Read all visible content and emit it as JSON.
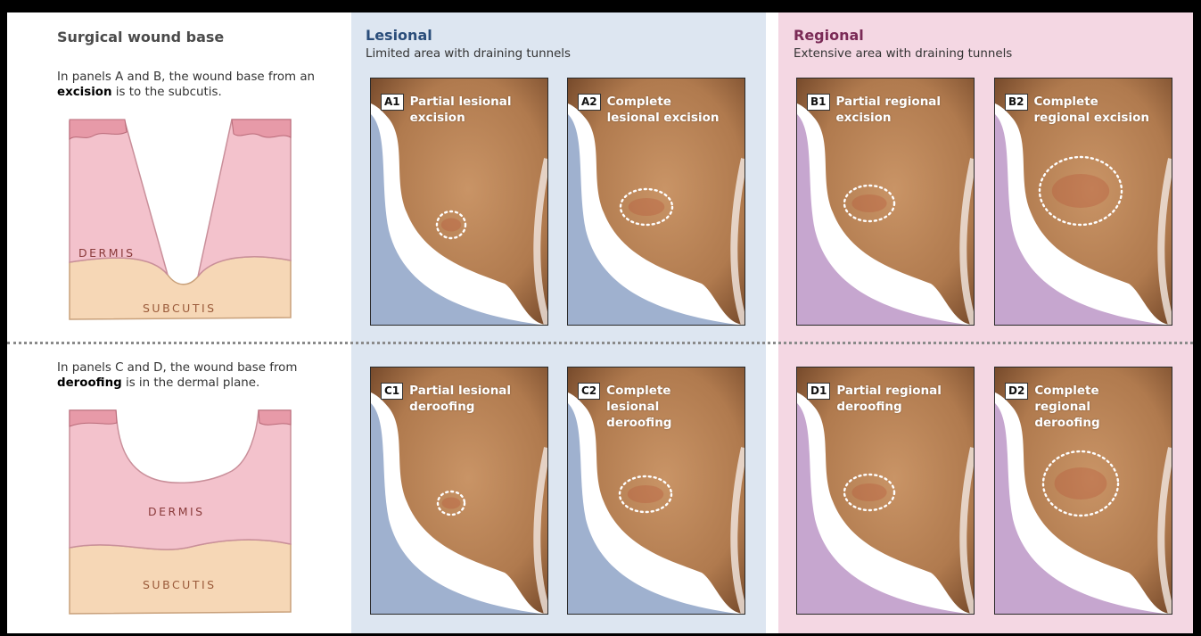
{
  "left": {
    "title": "Surgical wound base",
    "excision_text_pre": "In panels A and B, the wound base from an ",
    "excision_bold": "excision",
    "excision_text_post": " is to the subcutis.",
    "deroofing_text_pre": "In panels C and D, the wound base from ",
    "deroofing_bold": "deroofing",
    "deroofing_text_post": " is in the dermal plane.",
    "dermis_label": "DERMIS",
    "subcutis_label": "SUBCUTIS"
  },
  "lesional": {
    "title": "Lesional",
    "subtitle": "Limited area with draining tunnels"
  },
  "regional": {
    "title": "Regional",
    "subtitle": "Extensive area with draining tunnels"
  },
  "panels": {
    "a1": {
      "badge": "A1",
      "title": "Partial lesional excision"
    },
    "a2": {
      "badge": "A2",
      "title": "Complete lesional excision"
    },
    "b1": {
      "badge": "B1",
      "title": "Partial regional excision"
    },
    "b2": {
      "badge": "B2",
      "title": "Complete regional excision"
    },
    "c1": {
      "badge": "C1",
      "title": "Partial lesional deroofing"
    },
    "c2": {
      "badge": "C2",
      "title": "Complete lesional deroofing"
    },
    "d1": {
      "badge": "D1",
      "title": "Partial regional deroofing"
    },
    "d2": {
      "badge": "D2",
      "title": "Complete regional deroofing"
    }
  },
  "colors": {
    "lesional_bg": "#dde6f1",
    "regional_bg": "#f4d7e3",
    "skin": "#b07a4e",
    "dermis": "#f3c2cc",
    "subcutis": "#f6d7b6"
  }
}
